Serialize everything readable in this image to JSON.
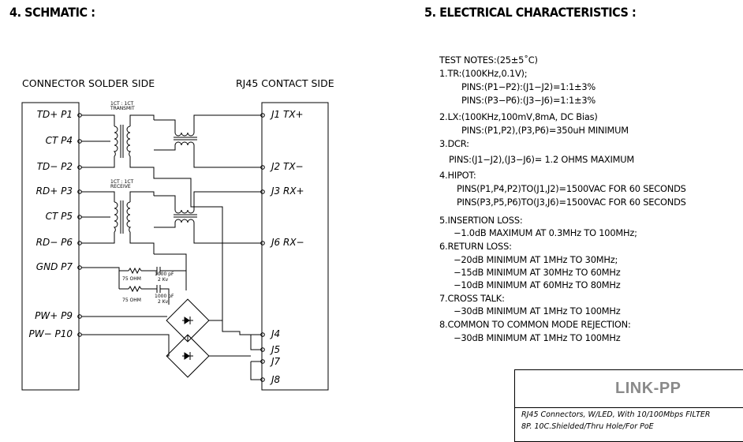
{
  "headings": {
    "schematic": "4. SCHMATIC :",
    "electrical": "5. ELECTRICAL CHARACTERISTICS :"
  },
  "schematic": {
    "left_side_label": "CONNECTOR SOLDER SIDE",
    "right_side_label": "RJ45  CONTACT  SIDE",
    "left_pins": [
      "TD+  P1",
      "CT  P4",
      "TD−  P2",
      "RD+  P3",
      "CT  P5",
      "RD−  P6",
      "GND  P7",
      "PW+  P9",
      "PW−  P10"
    ],
    "right_pins": [
      "J1  TX+",
      "J2  TX−",
      "J3  RX+",
      "J6  RX−",
      "J4",
      "J5",
      "J7",
      "J8"
    ],
    "transmit_label": [
      "1CT : 1CT",
      "TRANSMIT"
    ],
    "receive_label": [
      "1CT : 1CT",
      "RECEIVE"
    ],
    "resistor_label": "75 OHM",
    "capacitor_label": [
      "1000 pF",
      "2 Kv"
    ]
  },
  "electrical": {
    "lines": [
      "TEST NOTES:(25±5˚C)",
      "1.TR:(100KHz,0.1V);",
      "PINS:(P1−P2):(J1−J2)=1:1±3%",
      "PINS:(P3−P6):(J3−J6)=1:1±3%",
      "2.LX:(100KHz,100mV,8mA, DC Bias)",
      "PINS:(P1,P2),(P3,P6)=350uH  MINIMUM",
      "3.DCR:",
      "PINS:(J1−J2),(J3−J6)=  1.2  OHMS   MAXIMUM",
      "4.HIPOT:",
      "PINS(P1,P4,P2)TO(J1,J2)=1500VAC  FOR  60  SECONDS",
      "PINS(P3,P5,P6)TO(J3,J6)=1500VAC  FOR  60  SECONDS",
      "5.INSERTION  LOSS:",
      "−1.0dB  MAXIMUM  AT  0.3MHz  TO  100MHz;",
      "6.RETURN  LOSS:",
      "−20dB  MINIMUM  AT  1MHz  TO  30MHz;",
      "−15dB  MINIMUM  AT  30MHz  TO  60MHz",
      "−10dB  MINIMUM  AT  60MHz  TO  80MHz",
      "7.CROSS  TALK:",
      "−30dB  MINIMUM  AT  1MHz  TO  100MHz",
      "8.COMMON  TO  COMMON   MODE  REJECTION:",
      "−30dB  MINIMUM  AT  1MHz  TO  100MHz"
    ]
  },
  "title_block": {
    "logo": "LINK-PP",
    "description_1": "RJ45  Connectors,  W/LED,  With  10/100Mbps  FILTER",
    "description_2": "8P.  10C.Shielded/Thru  Hole/For  PoE"
  }
}
